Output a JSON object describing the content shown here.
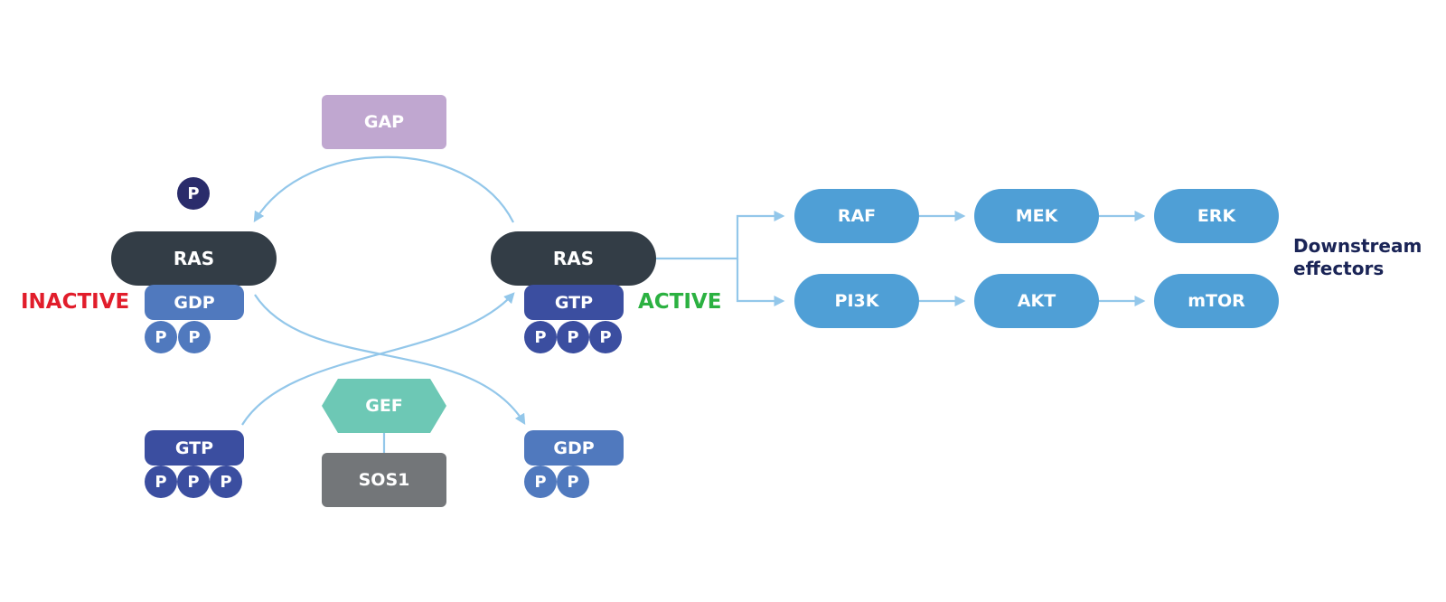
{
  "colors": {
    "ras": "#333d46",
    "gdp": "#5079be",
    "gtp": "#3b4ea0",
    "phosphate_free": "#2a2c6b",
    "effector": "#4f9fd6",
    "gap": "#c0a7d0",
    "gef": "#6dc8b5",
    "sos1": "#737679",
    "inactive": "#e11d2b",
    "active": "#2bb141",
    "arrow": "#93c7ea"
  },
  "phosphate_label": "P",
  "inactive_complex": {
    "state_label": "INACTIVE",
    "protein": "RAS",
    "nucleotide": "GDP",
    "phosphates": 2
  },
  "active_complex": {
    "state_label": "ACTIVE",
    "protein": "RAS",
    "nucleotide": "GTP",
    "phosphates": 3
  },
  "released_phosphate": "P",
  "gap_label": "GAP",
  "gef_label": "GEF",
  "sos1_label": "SOS1",
  "incoming_nucleotide": {
    "label": "GTP",
    "phosphates": 3
  },
  "outgoing_nucleotide": {
    "label": "GDP",
    "phosphates": 2
  },
  "pathway_1": [
    "RAF",
    "MEK",
    "ERK"
  ],
  "pathway_2": [
    "PI3K",
    "AKT",
    "mTOR"
  ],
  "downstream_label_line1": "Downstream",
  "downstream_label_line2": "effectors"
}
